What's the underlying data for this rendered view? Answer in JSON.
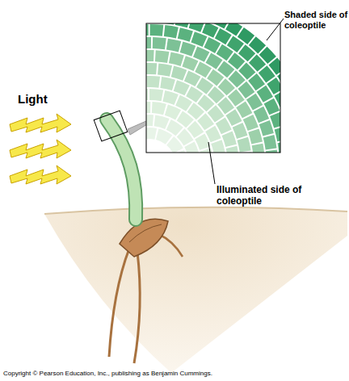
{
  "diagram": {
    "labels": [
      "Light",
      "Shaded side of coleoptile",
      "Illuminated side of coleoptile",
      "Copyright © Pearson Education, Inc., publishing as Benjamin Cummings."
    ]
  }
}
